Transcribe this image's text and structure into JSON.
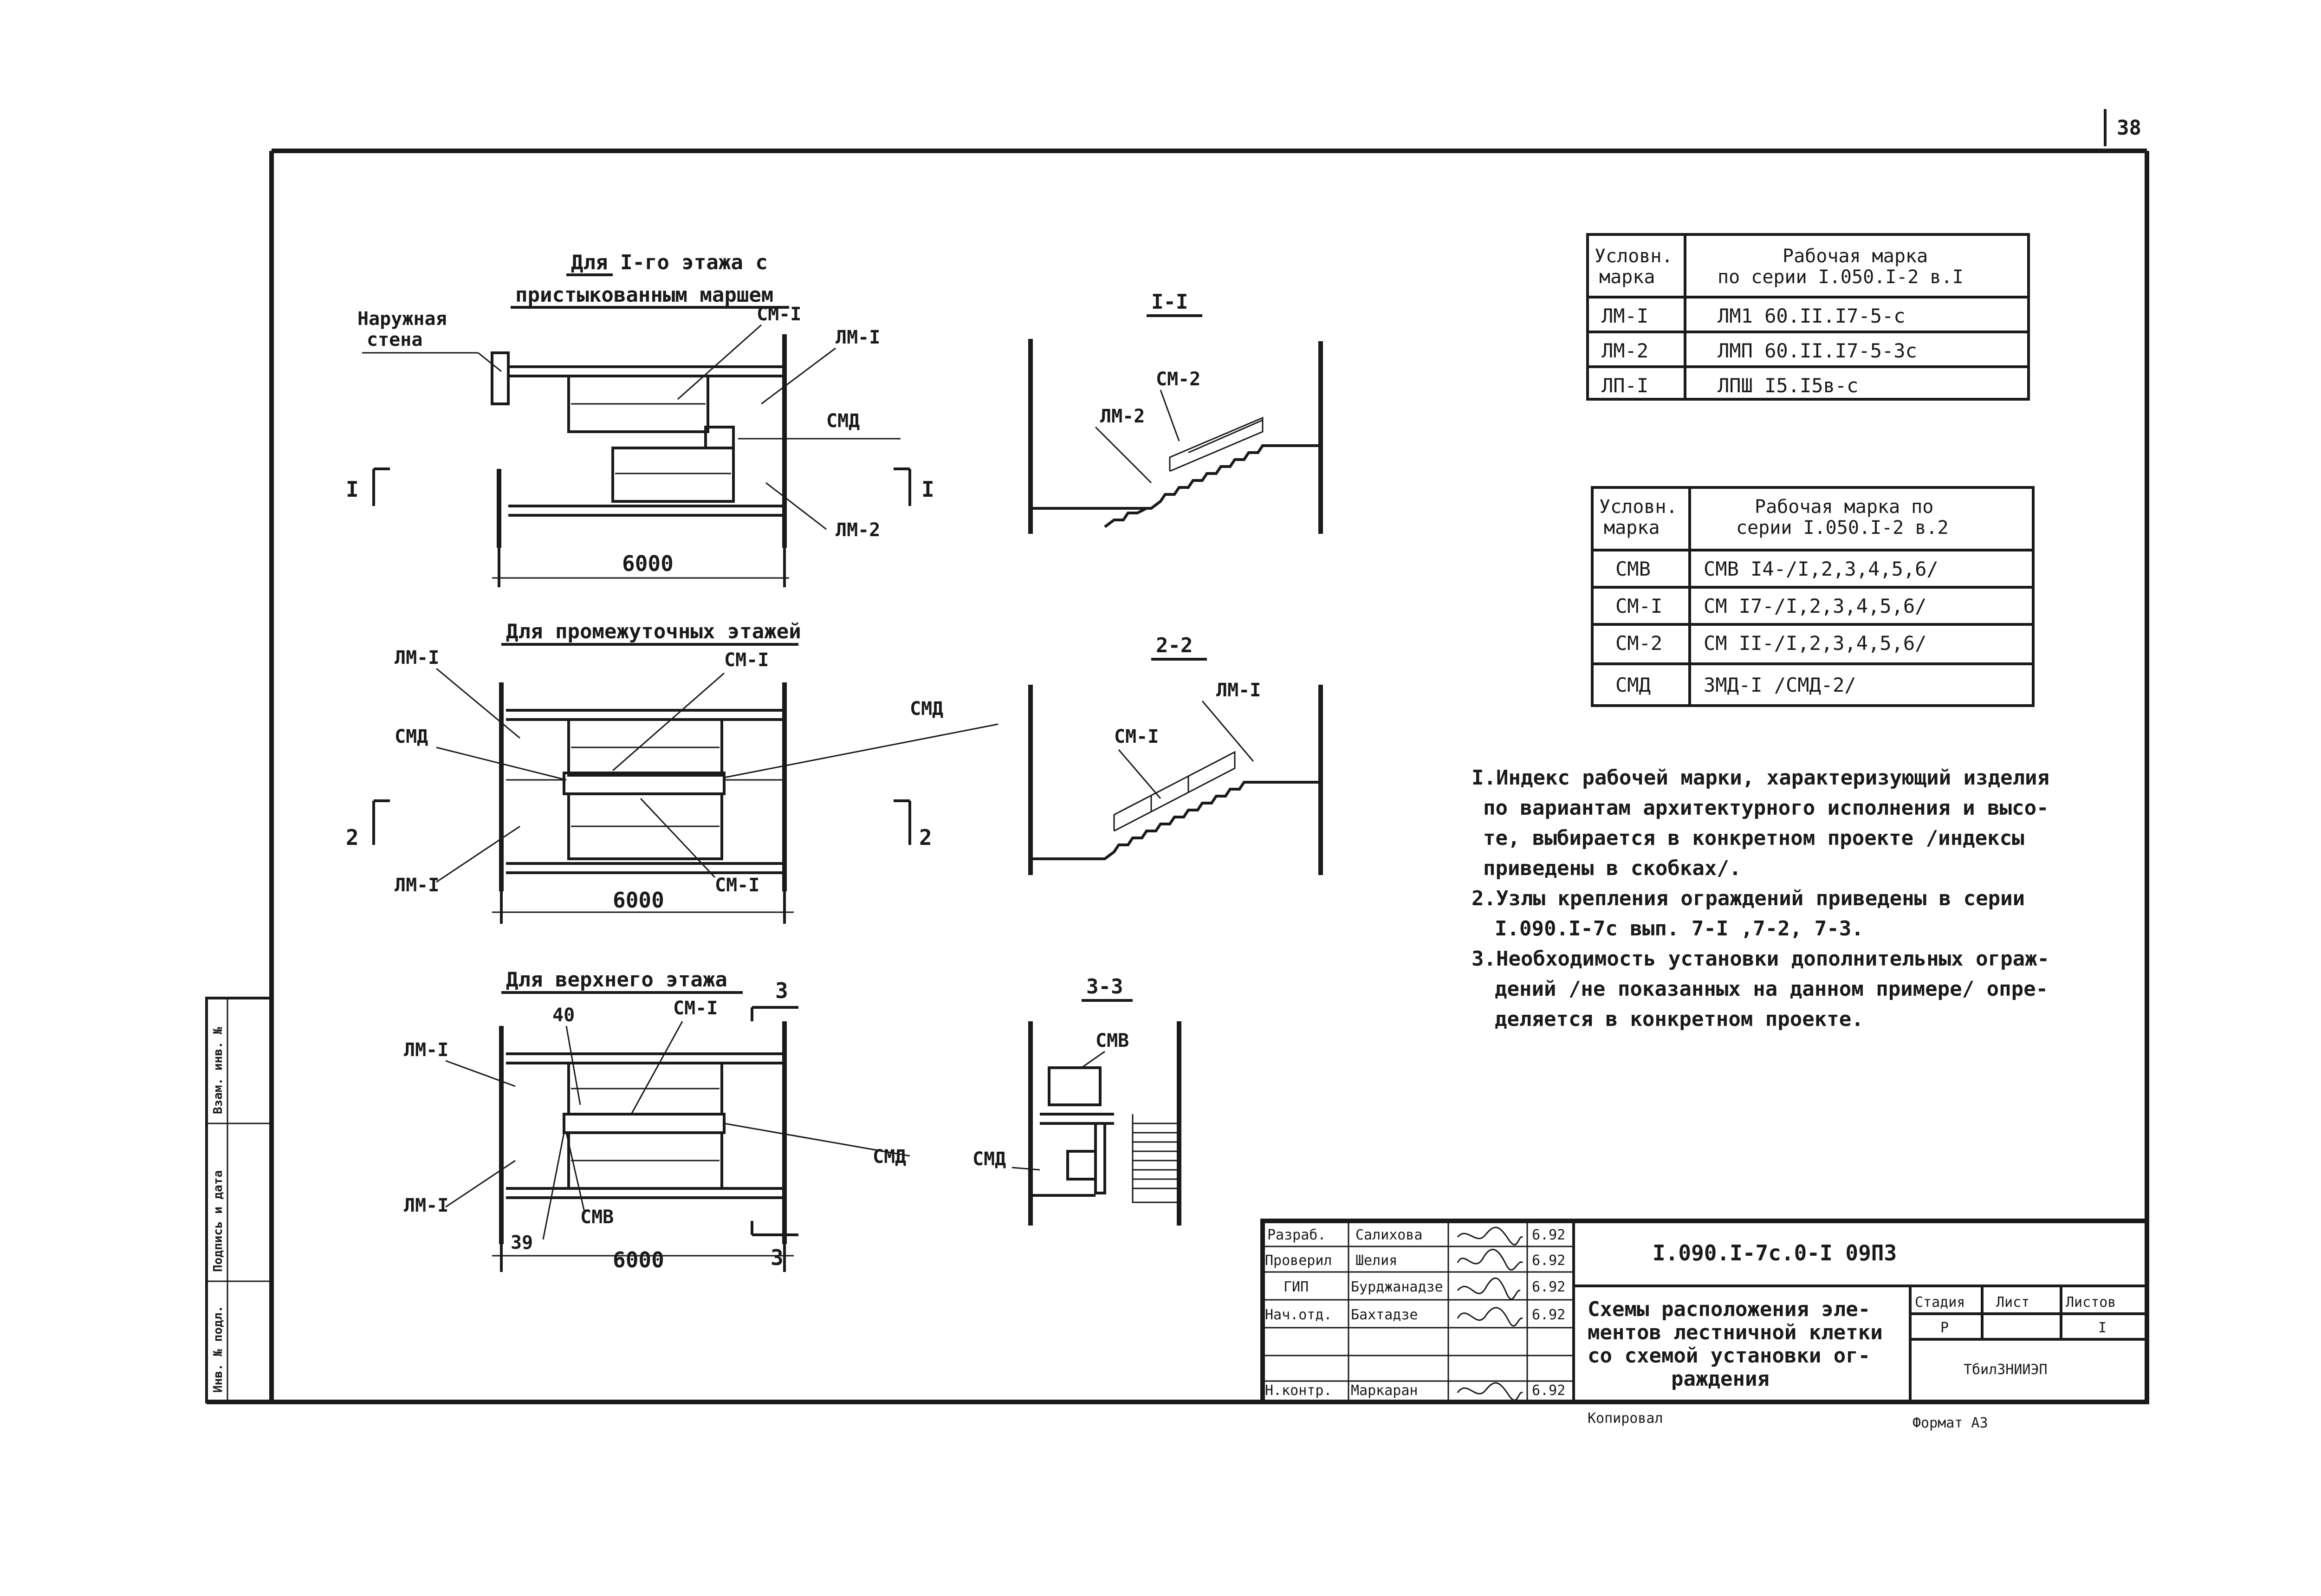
{
  "page_number": "38",
  "drawings": {
    "plan_first_floor": {
      "title_line1": "Для  I-го  этажа с",
      "title_line2": "пристыкованным маршем",
      "labels": {
        "outer_wall": "Наружная\nстена",
        "om1": "СМ-I",
        "lm1": "ЛМ-I",
        "omd": "СМД",
        "lm2": "ЛМ-2"
      },
      "section_mark_left": "I",
      "section_mark_right": "I",
      "dimension": "6000"
    },
    "plan_middle_floors": {
      "title": "Для промежуточных этажей",
      "labels": {
        "lm1_top": "ЛМ-I",
        "om1_top": "СМ-I",
        "omd_left": "СМД",
        "omd_right": "СМД",
        "lm1_bottom": "ЛМ-I",
        "om1_bottom": "СМ-I"
      },
      "section_mark_left": "2",
      "section_mark_right": "2",
      "dimension": "6000"
    },
    "plan_top_floor": {
      "title": "Для  верхнего этажа",
      "labels": {
        "lm1_top": "ЛМ-I",
        "dim_40": "40",
        "om1": "СМ-I",
        "omd": "СМД",
        "lm1_bottom": "ЛМ-I",
        "omv": "СМВ",
        "dim_39": "39"
      },
      "section_mark_top": "3",
      "section_mark_bottom": "3",
      "dimension": "6000"
    },
    "section_1": {
      "title": "I-I",
      "labels": {
        "om2": "СМ-2",
        "lm2": "ЛМ-2"
      }
    },
    "section_2": {
      "title": "2-2",
      "labels": {
        "lm1": "ЛМ-I",
        "om1": "СМ-I"
      }
    },
    "section_3": {
      "title": "3-3",
      "labels": {
        "omv": "СМВ",
        "omd": "СМД"
      }
    }
  },
  "table_1": {
    "headers": [
      "Условн.\nмарка",
      "Рабочая марка\nпо серии I.050.I-2 в.I"
    ],
    "rows": [
      [
        "ЛМ-I",
        "ЛМ1 60.II.I7-5-с"
      ],
      [
        "ЛМ-2",
        "ЛМП 60.II.I7-5-3с"
      ],
      [
        "ЛП-I",
        "ЛПШ I5.I5в-с"
      ]
    ]
  },
  "table_2": {
    "headers": [
      "Условн.\nмарка",
      "Рабочая марка по\nсерии I.050.I-2 в.2"
    ],
    "rows": [
      [
        "СМВ",
        "СМВ I4-/I,2,3,4,5,6/"
      ],
      [
        "СМ-I",
        "СМ I7-/I,2,3,4,5,6/"
      ],
      [
        "СМ-2",
        "СМ II-/I,2,3,4,5,6/"
      ],
      [
        "СМД",
        "ЗМД-I /СМД-2/"
      ]
    ]
  },
  "notes": [
    "I.Индекс рабочей марки, характеризующий изделия",
    "по вариантам архитектурного исполнения и высо-",
    "те, выбирается в конкретном проекте /индексы",
    "приведены в скобках/.",
    "2.Узлы крепления ограждений приведены  в  серии",
    "I.090.I-7с вып. 7-I ,7-2, 7-3.",
    "3.Необходимость установки дополнительных ограж-",
    "дений /не показанных на данном примере/ опре-",
    "деляется в конкретном проекте."
  ],
  "stamp": {
    "doc_code": "I.090.I-7с.0-I 09ПЗ",
    "roles": [
      {
        "role": "Разраб.",
        "name": "Салихова",
        "date": "6.92"
      },
      {
        "role": "Проверил",
        "name": "Шелия",
        "date": "6.92"
      },
      {
        "role": "ГИП",
        "name": "Бурджанадзе",
        "date": "6.92"
      },
      {
        "role": "Нач.отд.",
        "name": "Бахтадзе",
        "date": "6.92"
      },
      {
        "role": "",
        "name": "",
        "date": ""
      },
      {
        "role": "",
        "name": "",
        "date": ""
      },
      {
        "role": "Н.контр.",
        "name": "Маркаран",
        "date": "6.92"
      }
    ],
    "sheet_title": [
      "Схемы расположения эле-",
      "ментов лестничной клетки",
      "со схемой установки ог-",
      "раждения"
    ],
    "stage_label": "Стадия",
    "sheet_label": "Лист",
    "sheets_label": "Листов",
    "stage": "Р",
    "sheet": "",
    "sheets": "I",
    "organization": "ТбилЗНИИЭП"
  },
  "side_stamp": [
    "Инв. № подл.",
    "Подпись и дата",
    "Взам. инв. №"
  ],
  "footer": {
    "copied": "Копировал",
    "format": "Формат А3"
  }
}
